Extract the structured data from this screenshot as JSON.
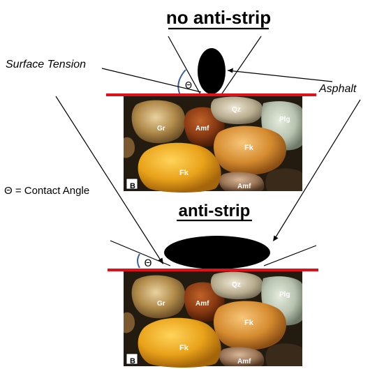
{
  "top_title": "no anti-strip",
  "bottom_title": "anti-strip",
  "labels": {
    "surface_tension": "Surface Tension",
    "asphalt": "Asphalt",
    "contact_angle": "Θ = Contact Angle",
    "theta_top": "Θ",
    "theta_bottom": "Θ"
  },
  "photo": {
    "panel_letter": "B",
    "rocks": [
      "Gr",
      "Amf",
      "Qz",
      "Plg",
      "Fk",
      "Fk",
      "Amf"
    ]
  },
  "colors": {
    "surface_line": "#e0101a",
    "angle_arc": "#3a5fa0",
    "asphalt": "#000000"
  }
}
